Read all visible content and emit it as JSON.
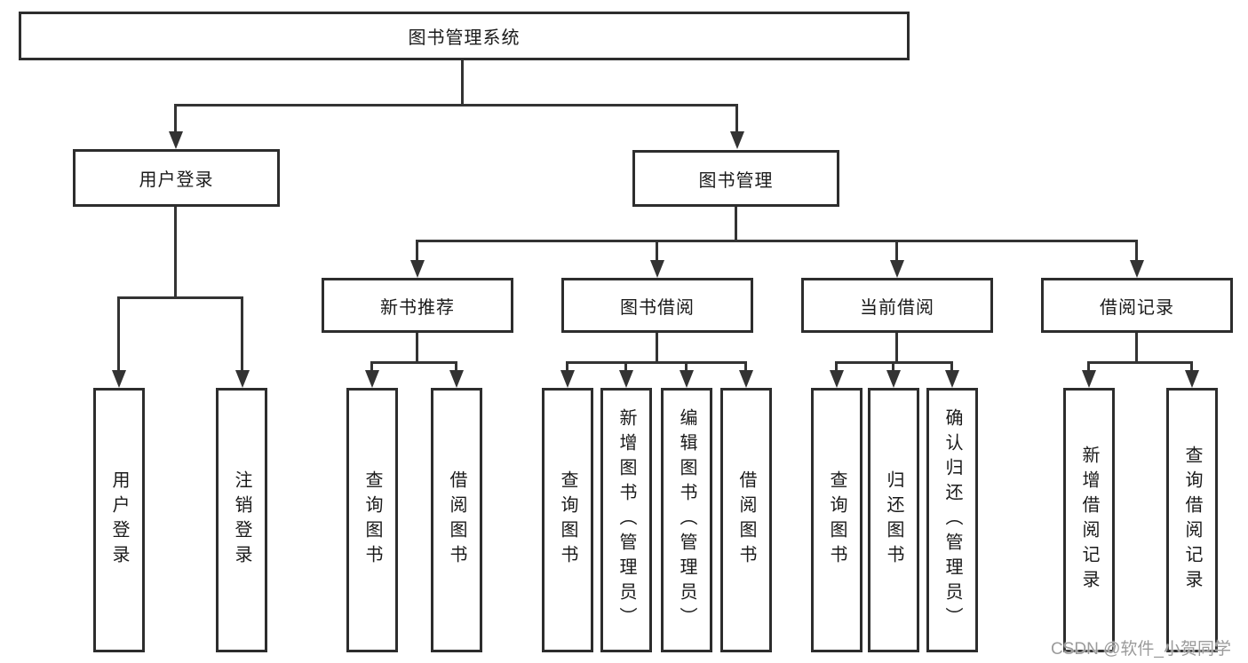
{
  "title": "图书管理系统",
  "nodes": {
    "user_login": "用户登录",
    "book_mgmt": "图书管理",
    "new_book_rec": "新书推荐",
    "book_borrow": "图书借阅",
    "current_borrow": "当前借阅",
    "borrow_record": "借阅记录"
  },
  "leaves": {
    "login": [
      "用户登录",
      "注销登录"
    ],
    "new_book": [
      "查询图书",
      "借阅图书"
    ],
    "borrow": [
      "查询图书",
      "新增图书（管理员）",
      "编辑图书（管理员）",
      "借阅图书"
    ],
    "current": [
      "查询图书",
      "归还图书",
      "确认归还（管理员）"
    ],
    "record": [
      "新增借阅记录",
      "查询借阅记录"
    ]
  },
  "watermark": "CSDN @软件_小贺同学",
  "colors": {
    "line": "#333333",
    "box_border": "#2d2d2d",
    "text": "#1a1a1a",
    "watermark": "#9b9b9b",
    "background": "#ffffff"
  }
}
